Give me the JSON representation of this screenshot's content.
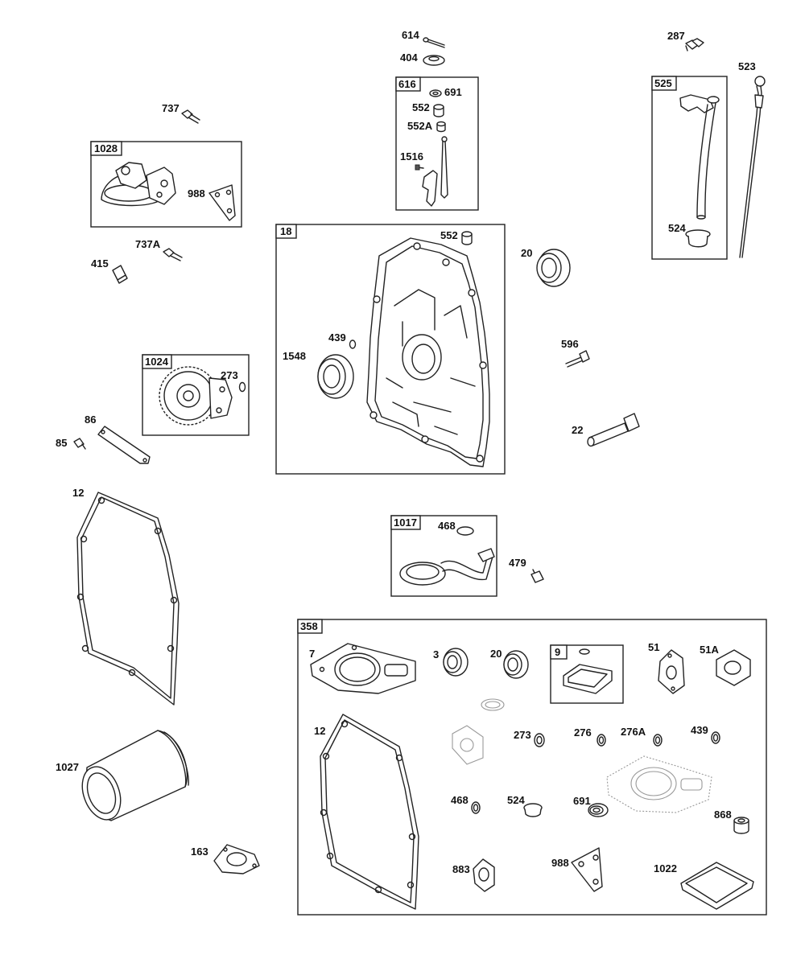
{
  "diagram": {
    "boxes": {
      "b1028": "1028",
      "b616": "616",
      "b525": "525",
      "b18": "18",
      "b1024": "1024",
      "b1017": "1017",
      "b358": "358",
      "b9": "9"
    },
    "labels": {
      "l614": "614",
      "l404": "404",
      "l691a": "691",
      "l552a": "552",
      "l552A": "552A",
      "l1516": "1516",
      "l287": "287",
      "l523": "523",
      "l524a": "524",
      "l737": "737",
      "l988a": "988",
      "l737A": "737A",
      "l415": "415",
      "l552b": "552",
      "l20a": "20",
      "l439a": "439",
      "l1548": "1548",
      "l596": "596",
      "l273a": "273",
      "l86": "86",
      "l85": "85",
      "l22": "22",
      "l12a": "12",
      "l468a": "468",
      "l479": "479",
      "l7": "7",
      "l3": "3",
      "l20b": "20",
      "l51": "51",
      "l51A": "51A",
      "l12b": "12",
      "l273b": "273",
      "l276": "276",
      "l276A": "276A",
      "l439b": "439",
      "l1027": "1027",
      "l468b": "468",
      "l524b": "524",
      "l691b": "691",
      "l868": "868",
      "l163": "163",
      "l883": "883",
      "l988b": "988",
      "l1022": "1022"
    }
  }
}
